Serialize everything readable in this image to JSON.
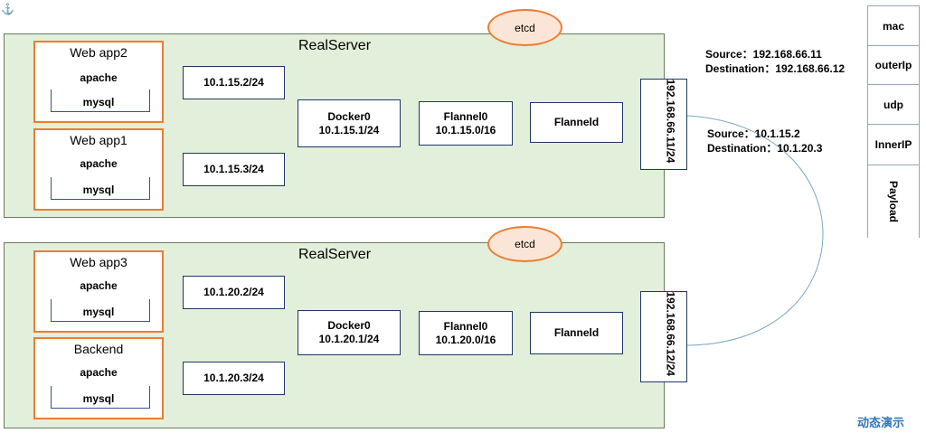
{
  "anchor_glyph": "⚓",
  "servers": [
    {
      "title": "RealServer",
      "etcd": "etcd",
      "apps": [
        {
          "title": "Web app2",
          "line1": "apache",
          "line2": "mysql"
        },
        {
          "title": "Web app1",
          "line1": "apache",
          "line2": "mysql"
        }
      ],
      "subnets": [
        "10.1.15.2/24",
        "10.1.15.3/24"
      ],
      "docker": {
        "name": "Docker0",
        "ip": "10.1.15.1/24"
      },
      "flannel": {
        "name": "Flannel0",
        "ip": "10.1.15.0/16"
      },
      "flanneld": "Flanneld",
      "host_ip": "192.168.66.11/24"
    },
    {
      "title": "RealServer",
      "etcd": "etcd",
      "apps": [
        {
          "title": "Web app3",
          "line1": "apache",
          "line2": "mysql"
        },
        {
          "title": "Backend",
          "line1": "apache",
          "line2": "mysql"
        }
      ],
      "subnets": [
        "10.1.20.2/24",
        "10.1.20.3/24"
      ],
      "docker": {
        "name": "Docker0",
        "ip": "10.1.20.1/24"
      },
      "flannel": {
        "name": "Flannel0",
        "ip": "10.1.20.0/16"
      },
      "flanneld": "Flanneld",
      "host_ip": "192.168.66.12/24"
    }
  ],
  "outer_info": {
    "source": "Source：192.168.66.11",
    "destination": "Destination：192.168.66.12"
  },
  "inner_info": {
    "source": "Source：10.1.15.2",
    "destination": "Destination：10.1.20.3"
  },
  "packet": [
    "mac",
    "outerIp",
    "udp",
    "InnerIP",
    "Payload"
  ],
  "footer_link": "动态演示",
  "colors": {
    "server_fill": "#e2efda",
    "app_border": "#ed7d31",
    "etcd_fill": "#fbe5d6",
    "line": "#7aa6c2",
    "link": "#2e75b6"
  }
}
